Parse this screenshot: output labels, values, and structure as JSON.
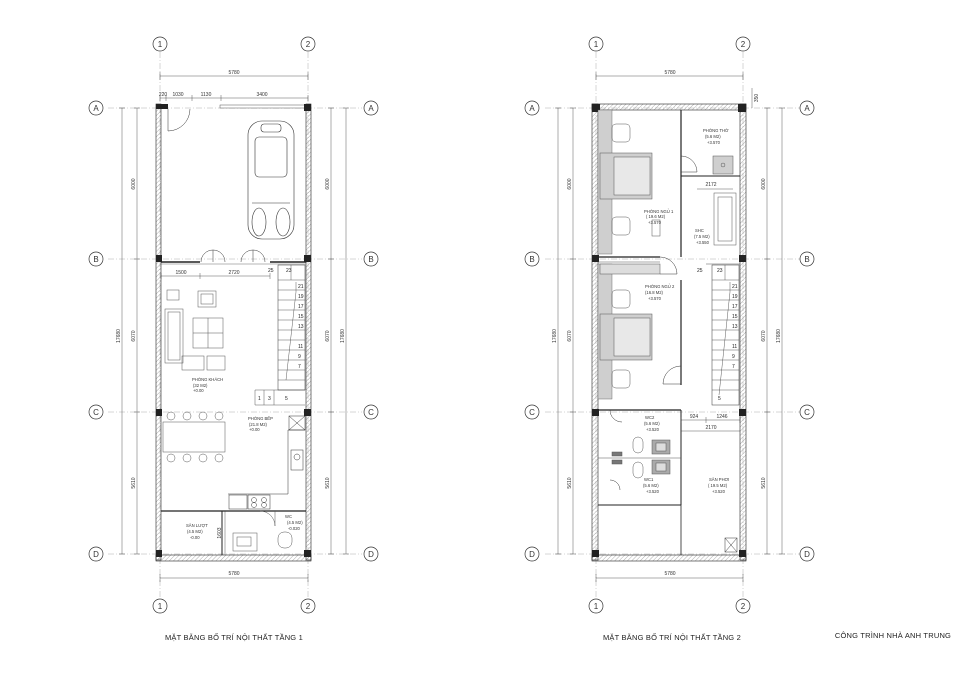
{
  "captions": {
    "plan1": "MẶT BẰNG BỐ TRÍ NỘI THẤT TẦNG 1",
    "plan2": "MẶT BẰNG BỐ TRÍ NỘI THẤT TẦNG 2",
    "project": "CÔNG TRÌNH NHÀ ANH TRUNG"
  },
  "grid": {
    "columns": [
      "1",
      "2"
    ],
    "rows": [
      "A",
      "B",
      "C",
      "D"
    ]
  },
  "plan1": {
    "dims": {
      "overall_width": "5780",
      "top_segments": [
        "220",
        "1030",
        "1130",
        "3400"
      ],
      "side_segments": [
        "6000",
        "6070",
        "5610"
      ],
      "overall_height": "17680",
      "mid_segments": [
        "1500",
        "2720"
      ],
      "d1603": "1603"
    },
    "rooms": [
      {
        "name": "PHÒNG KHÁCH",
        "area": "(32 M2)",
        "level": "+0.00"
      },
      {
        "name": "PHÒNG BẾP",
        "area": "(21.8 M2)",
        "level": "+0.00"
      },
      {
        "name": "SÂN LƯỢT",
        "area": "(4.5 M2)",
        "level": "-0.00"
      },
      {
        "name": "WC",
        "area": "(4.5 M2)",
        "level": "-0.020"
      }
    ],
    "stairs": [
      "25",
      "23",
      "21",
      "19",
      "17",
      "15",
      "13",
      "11",
      "9",
      "7",
      "1",
      "3",
      "5"
    ]
  },
  "plan2": {
    "dims": {
      "overall_width": "5780",
      "top_right": "350",
      "side_segments": [
        "6000",
        "6070",
        "5610"
      ],
      "overall_height": "17680",
      "d2172": "2172",
      "d924": "924",
      "d1246": "1246",
      "d2170": "2170"
    },
    "rooms": [
      {
        "name": "PHÒNG THỜ",
        "area": "(5.6 M2)",
        "level": "+3.570"
      },
      {
        "name": "PHÒNG NGỦ 1",
        "area": "( 19.6 M2)",
        "level": "+3.570"
      },
      {
        "name": "SHC",
        "area": "(7.5 M2)",
        "level": "+3.550"
      },
      {
        "name": "PHÒNG NGỦ 2",
        "area": "(16.8 M2)",
        "level": "+3.570"
      },
      {
        "name": "WC2",
        "area": "(5.6 M2)",
        "level": "+3.520"
      },
      {
        "name": "WC1",
        "area": "(5.6 M2)",
        "level": "+3.520"
      },
      {
        "name": "SÂN PHƠI",
        "area": "( 19.5 M2)",
        "level": "+3.520"
      }
    ],
    "stairs": [
      "25",
      "23",
      "21",
      "19",
      "17",
      "15",
      "13",
      "11",
      "9",
      "7",
      "5"
    ]
  }
}
